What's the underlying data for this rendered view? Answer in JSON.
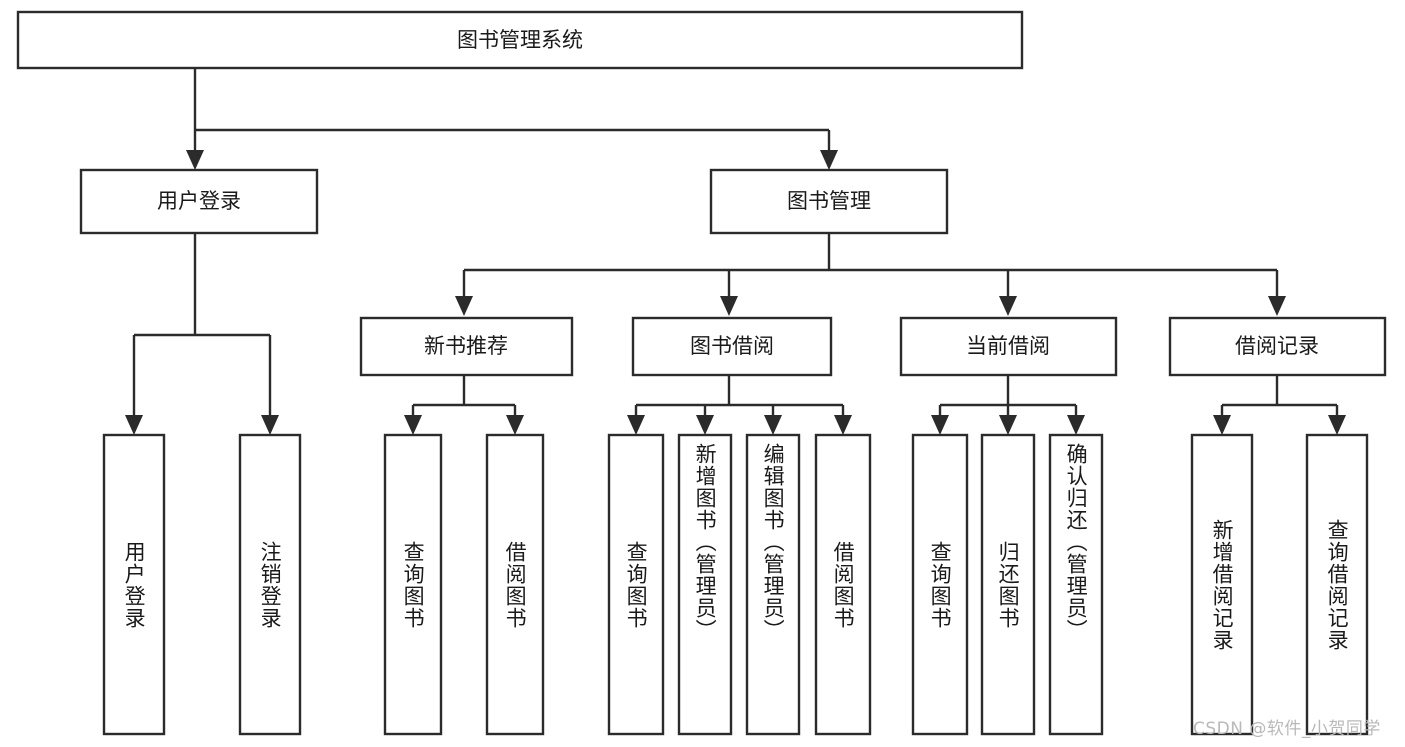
{
  "diagram": {
    "type": "tree-hierarchy",
    "title": "图书管理系统",
    "root": {
      "label": "图书管理系统"
    },
    "level2": [
      {
        "label": "用户登录"
      },
      {
        "label": "图书管理"
      }
    ],
    "level3": [
      {
        "label": "新书推荐"
      },
      {
        "label": "图书借阅"
      },
      {
        "label": "当前借阅"
      },
      {
        "label": "借阅记录"
      }
    ],
    "leaves": {
      "user_login": [
        {
          "label": "用户登录"
        },
        {
          "label": "注销登录"
        }
      ],
      "new_book_recommend": [
        {
          "label": "查询图书"
        },
        {
          "label": "借阅图书"
        }
      ],
      "book_borrow": [
        {
          "label": "查询图书"
        },
        {
          "label": "新增图书（管理员）"
        },
        {
          "label": "编辑图书（管理员）"
        },
        {
          "label": "借阅图书"
        }
      ],
      "current_borrow": [
        {
          "label": "查询图书"
        },
        {
          "label": "归还图书"
        },
        {
          "label": "确认归还（管理员）"
        }
      ],
      "borrow_record": [
        {
          "label": "新增借阅记录"
        },
        {
          "label": "查询借阅记录"
        }
      ]
    }
  },
  "colors": {
    "stroke": "#2b2b2b",
    "box_fill": "#ffffff",
    "text": "#1a1a1a",
    "watermark": "#b9b9b9",
    "background": "#ffffff"
  },
  "watermark": {
    "text": "CSDN @软件_小贺同学"
  }
}
